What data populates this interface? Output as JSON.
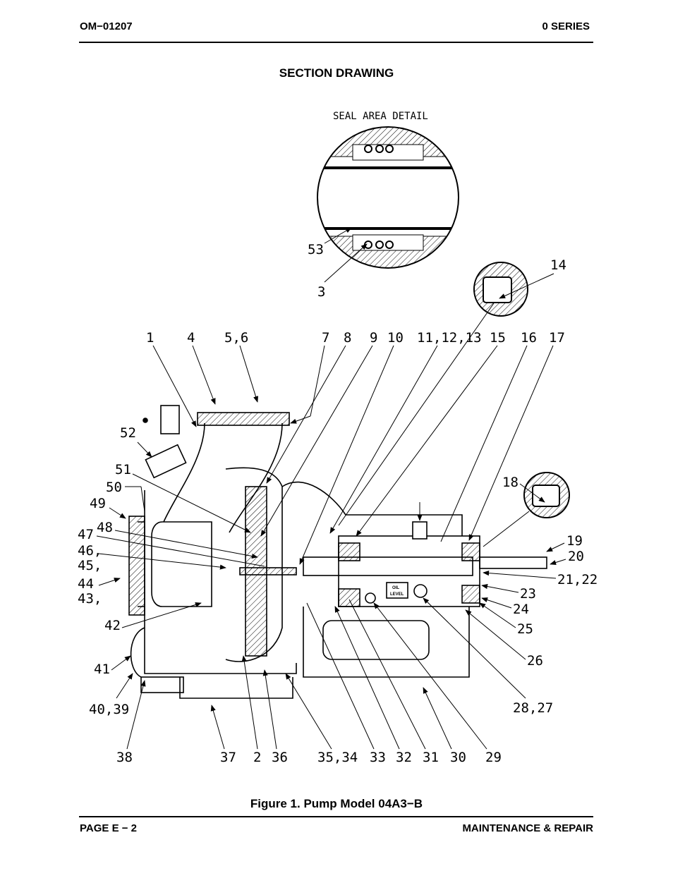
{
  "header": {
    "doc_number": "OM−01207",
    "series": "0 SERIES"
  },
  "section_title": "SECTION DRAWING",
  "seal_detail_title": "SEAL AREA DETAIL",
  "oil_level_label": [
    "OIL",
    "LEVEL"
  ],
  "callouts": {
    "c1": "1",
    "c2": "2",
    "c3": "3",
    "c4": "4",
    "c56": "5,6",
    "c7": "7",
    "c8": "8",
    "c9": "9",
    "c10": "10",
    "c111213": "11,12,13",
    "c14": "14",
    "c15": "15",
    "c16": "16",
    "c17": "17",
    "c18": "18",
    "c19": "19",
    "c20": "20",
    "c2122": "21,22",
    "c23": "23",
    "c24": "24",
    "c25": "25",
    "c26": "26",
    "c2827": "28,27",
    "c29": "29",
    "c30": "30",
    "c31": "31",
    "c32": "32",
    "c33": "33",
    "c3534": "35,34",
    "c36": "36",
    "c37": "37",
    "c38": "38",
    "c4039": "40,39",
    "c41": "41",
    "c42": "42",
    "c43": "43,",
    "c44": "44",
    "c45": "45,",
    "c46": "46,",
    "c47": "47",
    "c48": "48",
    "c49": "49",
    "c50": "50",
    "c51": "51",
    "c52": "52",
    "c53": "53"
  },
  "figure_caption": "Figure 1.  Pump Model 04A3−B",
  "footer": {
    "page": "PAGE E − 2",
    "section": "MAINTENANCE & REPAIR"
  }
}
